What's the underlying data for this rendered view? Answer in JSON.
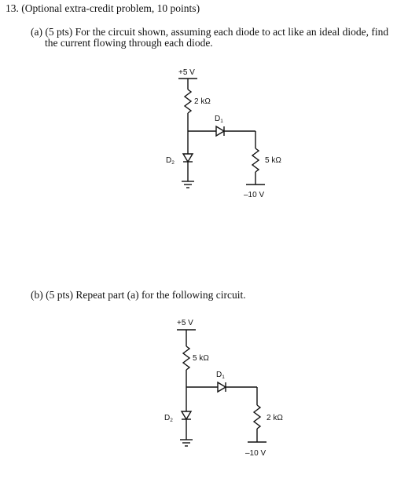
{
  "problem": {
    "title": "13. (Optional extra-credit problem, 10 points)",
    "part_a_line1": "(a) (5 pts) For the circuit shown, assuming each diode to act like an ideal diode, find",
    "part_a_line2": "the current flowing through each diode.",
    "part_b": "(b) (5 pts) Repeat part (a) for the following circuit."
  },
  "circuit_a": {
    "supply": "+5 V",
    "top_resistor": "2 kΩ",
    "d1": "D",
    "d1_sub": "1",
    "d2": "D",
    "d2_sub": "2",
    "right_resistor": "5 kΩ",
    "negative_supply": "–10 V"
  },
  "circuit_b": {
    "supply": "+5 V",
    "top_resistor": "5 kΩ",
    "d1": "D",
    "d1_sub": "1",
    "d2": "D",
    "d2_sub": "2",
    "right_resistor": "2 kΩ",
    "negative_supply": "–10 V"
  }
}
